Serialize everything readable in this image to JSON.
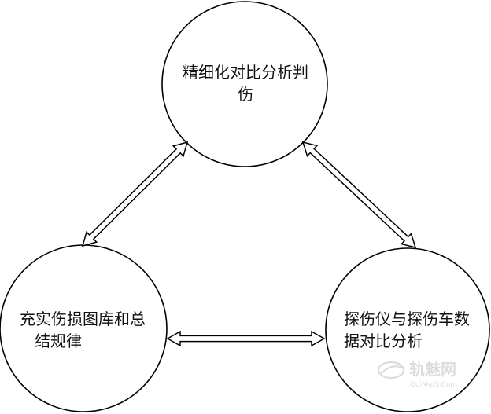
{
  "nodes": {
    "top": {
      "line1": "精细化对比分析判",
      "line2": "伤"
    },
    "left": {
      "line1": "充实伤损图库和总",
      "line2": "结规律"
    },
    "right": {
      "line1": "探伤仪与探伤车数",
      "line2": "据对比分析"
    }
  },
  "watermark": {
    "main": "轨魅网",
    "sub": "GuiMei3.Com"
  },
  "colors": {
    "stroke": "#000000",
    "text": "#111111",
    "watermark": "#d9d9d9"
  }
}
